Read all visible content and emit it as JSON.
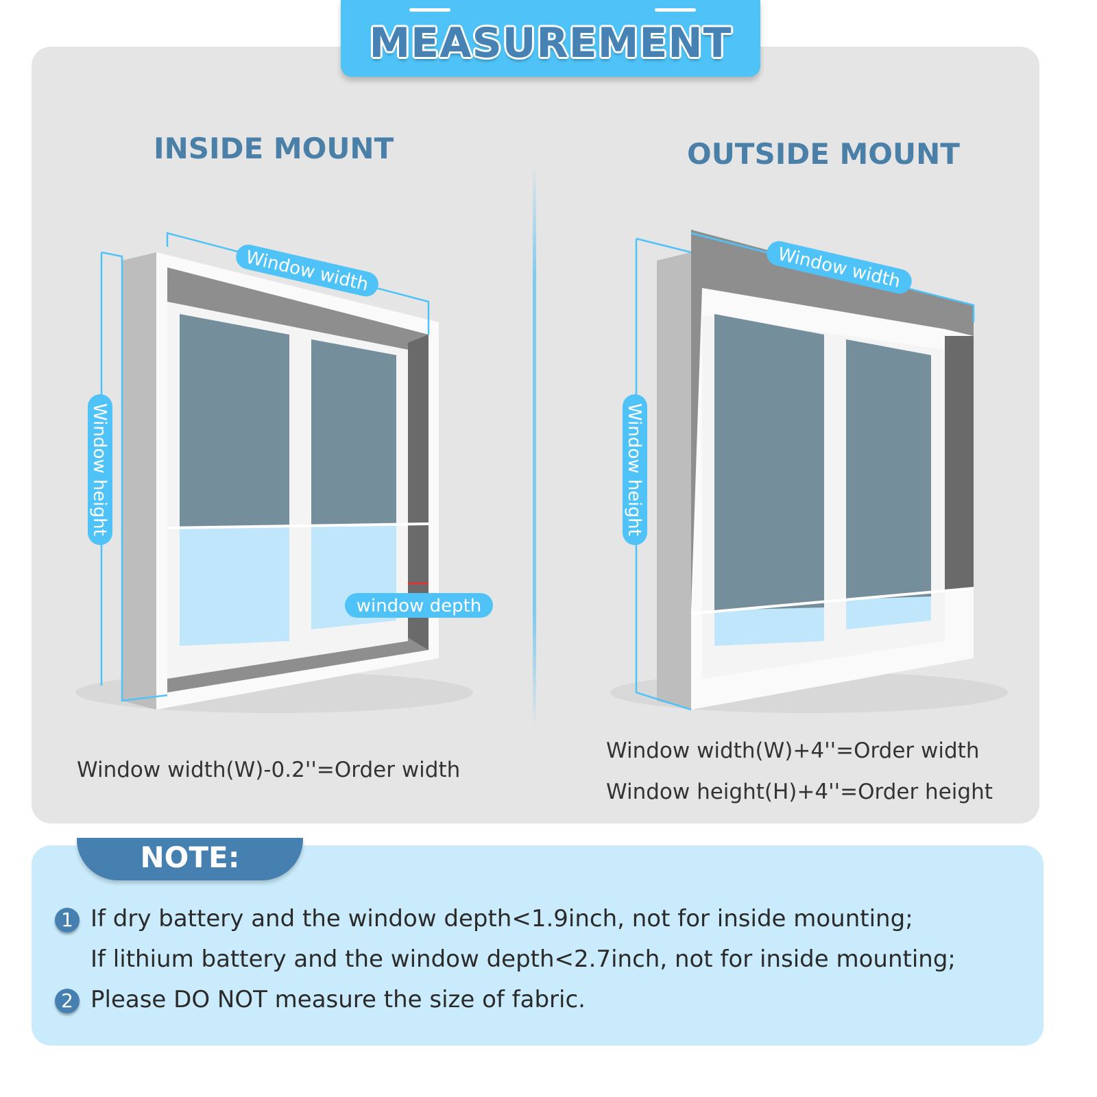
{
  "header": {
    "title": "MEASUREMENT"
  },
  "inside_mount": {
    "title": "INSIDE MOUNT",
    "labels": {
      "width": "Window width",
      "height": "Window height",
      "depth": "window depth"
    },
    "formula": "Window width(W)-0.2''=Order width"
  },
  "outside_mount": {
    "title": "OUTSIDE MOUNT",
    "labels": {
      "width": "Window width",
      "height": "Window height"
    },
    "formula_width": "Window width(W)+4''=Order width",
    "formula_height": "Window height(H)+4''=Order height"
  },
  "note": {
    "label": "NOTE:",
    "items": [
      {
        "number": "1",
        "lines": [
          "If dry battery and the window depth<1.9inch, not for inside mounting;",
          "If lithium battery and the window depth<2.7inch, not for inside mounting;"
        ]
      },
      {
        "number": "2",
        "lines": [
          "Please DO NOT measure the size of fabric."
        ]
      }
    ]
  },
  "colors": {
    "accent": "#4fc3f7",
    "title_blue": "#4a7fa8",
    "note_bg": "#c9ebfb",
    "note_tab": "#4680b0"
  }
}
